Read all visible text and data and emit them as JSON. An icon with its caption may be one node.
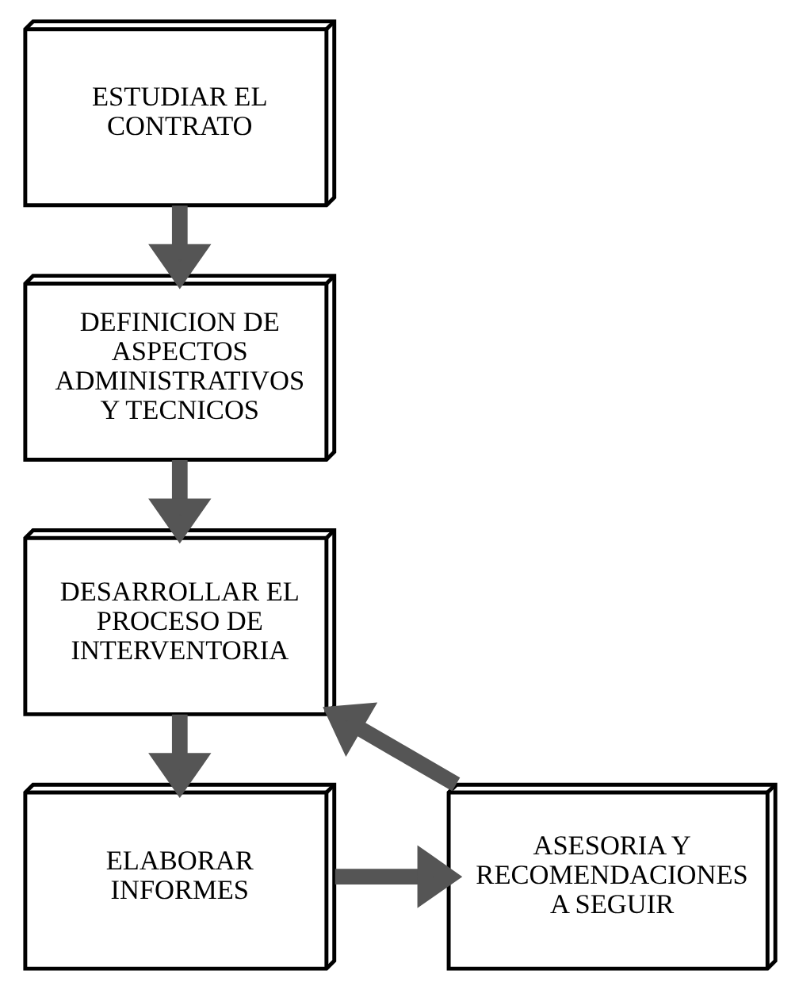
{
  "diagram": {
    "nodes": [
      {
        "text": [
          "ESTUDIAR EL CONTRATO"
        ]
      },
      {
        "text": [
          "DEFINICION DE ASPECTOS ADMINISTRATIVOS Y TECNICOS"
        ]
      },
      {
        "text": [
          "DESARROLLAR EL PROCESO DE INTERVENTORIA"
        ]
      },
      {
        "text": [
          "ELABORAR INFORMES"
        ]
      },
      {
        "text": [
          "ASESORIA Y RECOMENDACIONES A SEGUIR"
        ]
      }
    ],
    "edges": [
      {
        "from": 0,
        "to": 1,
        "arrow": "to"
      },
      {
        "from": 1,
        "to": 2,
        "arrow": "to"
      },
      {
        "from": 2,
        "to": 3,
        "arrow": "to"
      },
      {
        "from": 3,
        "to": 4,
        "arrow": "to"
      },
      {
        "from": 4,
        "to": 2,
        "arrow": "to"
      }
    ]
  }
}
